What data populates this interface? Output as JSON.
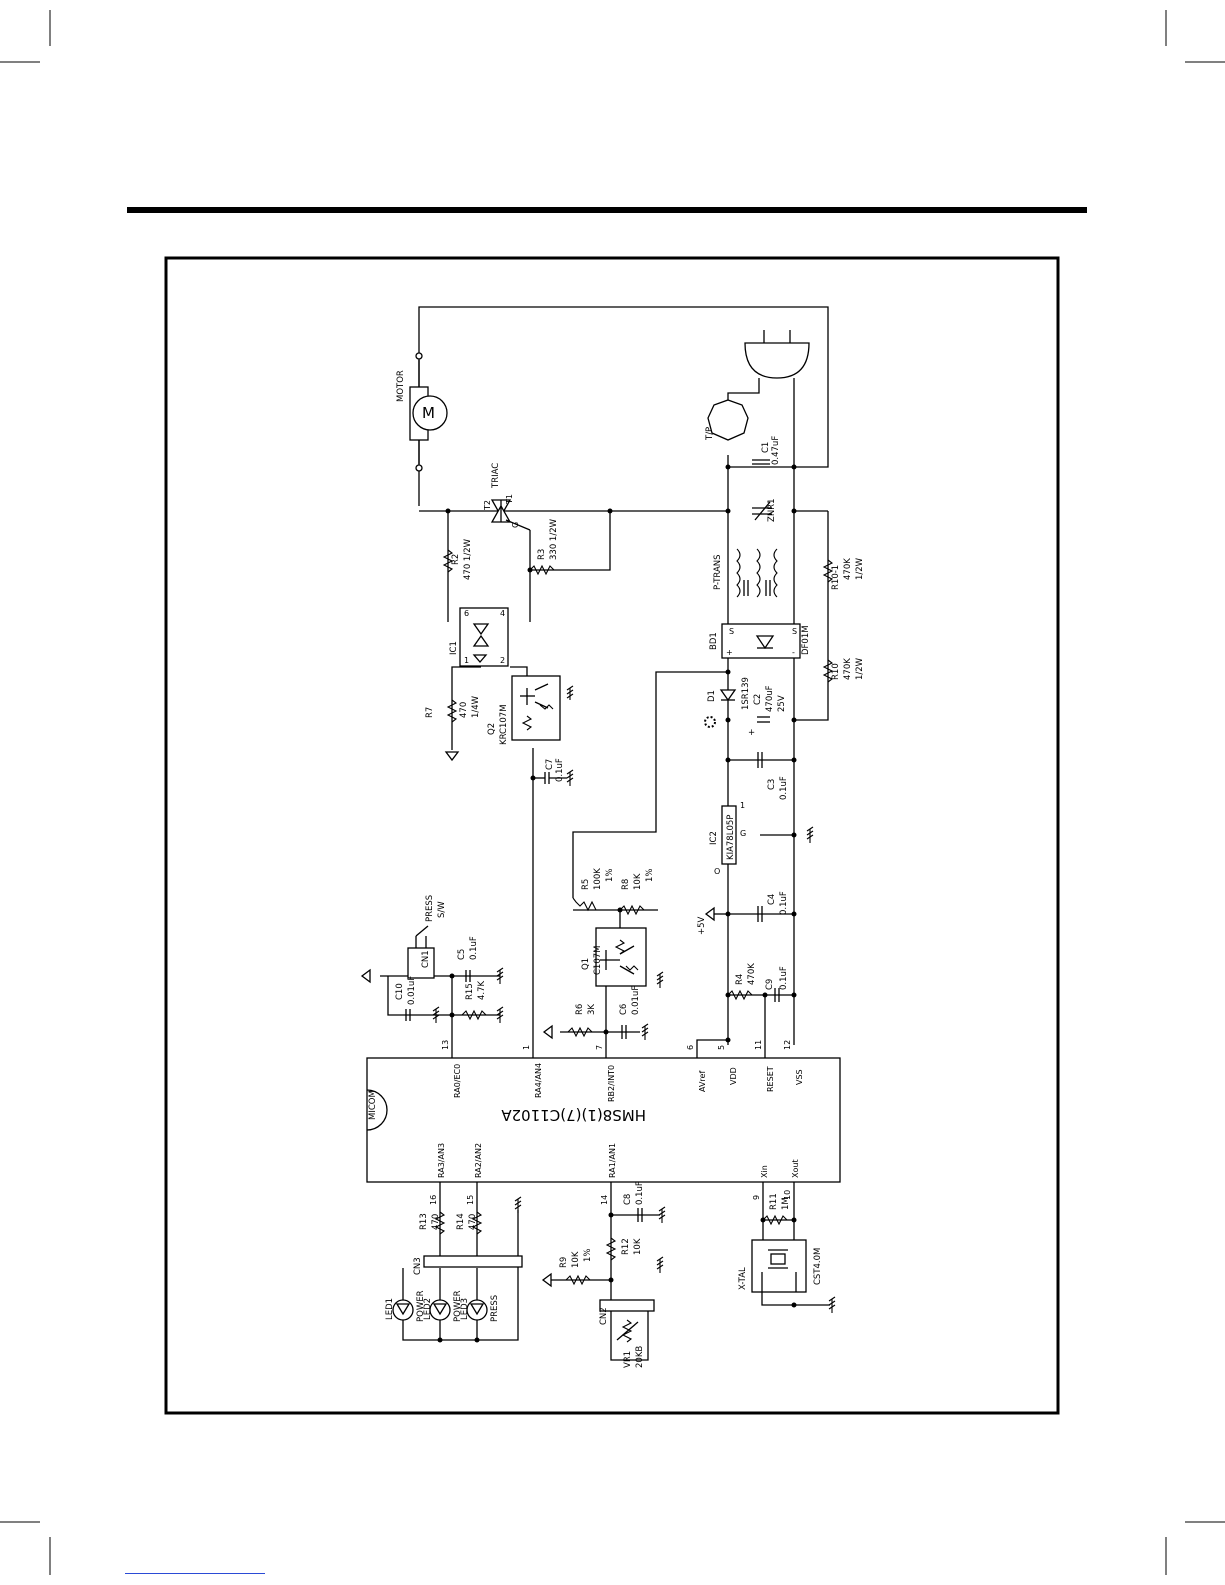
{
  "micom": {
    "label": "MICOM",
    "part": "HMS8(1)(7)C1102A",
    "pins_top": [
      {
        "num": "13",
        "name": "RA0/EC0"
      },
      {
        "num": "1",
        "name": "RA4/AN4"
      },
      {
        "num": "7",
        "name": "RB2/INT0"
      },
      {
        "num": "6",
        "name": "AVref"
      },
      {
        "num": "5",
        "name": "VDD"
      },
      {
        "num": "11",
        "name": "RESET"
      },
      {
        "num": "12",
        "name": "VSS"
      }
    ],
    "pins_bottom": [
      {
        "num": "16",
        "name": "RA3/AN3"
      },
      {
        "num": "15",
        "name": "RA2/AN2"
      },
      {
        "num": "14",
        "name": "RA1/AN1"
      },
      {
        "num": "9",
        "name": "Xin"
      },
      {
        "num": "10",
        "name": "Xout"
      }
    ]
  },
  "parts": {
    "motor": {
      "ref": "MOTOR",
      "sym": "M"
    },
    "triac": {
      "ref": "TRIAC",
      "t2": "T2",
      "t1": "T1",
      "g": "G"
    },
    "tp": "T/P",
    "c1": {
      "ref": "C1",
      "val": "0.47uF"
    },
    "znr1": "ZNR1",
    "ptrans": "P-TRANS",
    "bd1": {
      "ref": "BD1",
      "part": "DF01M",
      "plus": "+",
      "minus": "-",
      "ac": "S"
    },
    "r10_1": {
      "ref": "R10-1",
      "val": "470K",
      "w": "1/2W"
    },
    "r10": {
      "ref": "R10",
      "val": "470K",
      "w": "1/2W"
    },
    "r2": {
      "ref": "R2",
      "val": "470 1/2W"
    },
    "r3": {
      "ref": "R3",
      "val": "330 1/2W"
    },
    "ic1": {
      "ref": "IC1",
      "p6": "6",
      "p4": "4",
      "p1": "1",
      "p2": "2"
    },
    "r7": {
      "ref": "R7",
      "val": "470",
      "w": "1/4W"
    },
    "q2": {
      "ref": "Q2",
      "part": "KRC107M"
    },
    "c7": {
      "ref": "C7",
      "val": "0.1uF"
    },
    "d1": {
      "ref": "D1",
      "part": "1SR139"
    },
    "c2": {
      "ref": "C2",
      "val": "470uF",
      "v": "25V",
      "plus": "+"
    },
    "c3": {
      "ref": "C3",
      "val": "0.1uF"
    },
    "ic2": {
      "ref": "IC2",
      "part": "KIA78L05P",
      "p1": "1",
      "pg": "G",
      "po": "O"
    },
    "c4": {
      "ref": "C4",
      "val": "0.1uF"
    },
    "vcc": "+5V",
    "r5": {
      "ref": "R5",
      "val": "100K",
      "tol": "1%"
    },
    "r8": {
      "ref": "R8",
      "val": "10K",
      "tol": "1%"
    },
    "q1": {
      "ref": "Q1",
      "part": "C107M"
    },
    "r4": {
      "ref": "R4",
      "val": "470K"
    },
    "c9": {
      "ref": "C9",
      "val": "0.1uF"
    },
    "press": {
      "ref": "PRESS",
      "sw": "S/W"
    },
    "cn1": "CN1",
    "c5": {
      "ref": "C5",
      "val": "0.1uF"
    },
    "c10": {
      "ref": "C10",
      "val": "0.01uF"
    },
    "r15": {
      "ref": "R15",
      "val": "4.7K"
    },
    "r6": {
      "ref": "R6",
      "val": "3K"
    },
    "c6": {
      "ref": "C6",
      "val": "0.01uF"
    },
    "r13": {
      "ref": "R13",
      "val": "470"
    },
    "r14": {
      "ref": "R14",
      "val": "470"
    },
    "cn3": "CN3",
    "led1": {
      "ref": "LED1",
      "name": "POWER"
    },
    "led2": {
      "ref": "LED2",
      "name": "POWER"
    },
    "led3": {
      "ref": "LED3",
      "name": "PRESS"
    },
    "c8": {
      "ref": "C8",
      "val": "0.1uF"
    },
    "r12": {
      "ref": "R12",
      "val": "10K"
    },
    "r9": {
      "ref": "R9",
      "val": "10K",
      "tol": "1%"
    },
    "cn2": "CN2",
    "vr1": {
      "ref": "VR1",
      "val": "20KB"
    },
    "r11": {
      "ref": "R11",
      "val": "1M"
    },
    "xtal": {
      "ref": "X-TAL",
      "part": "CST4.0M"
    }
  }
}
